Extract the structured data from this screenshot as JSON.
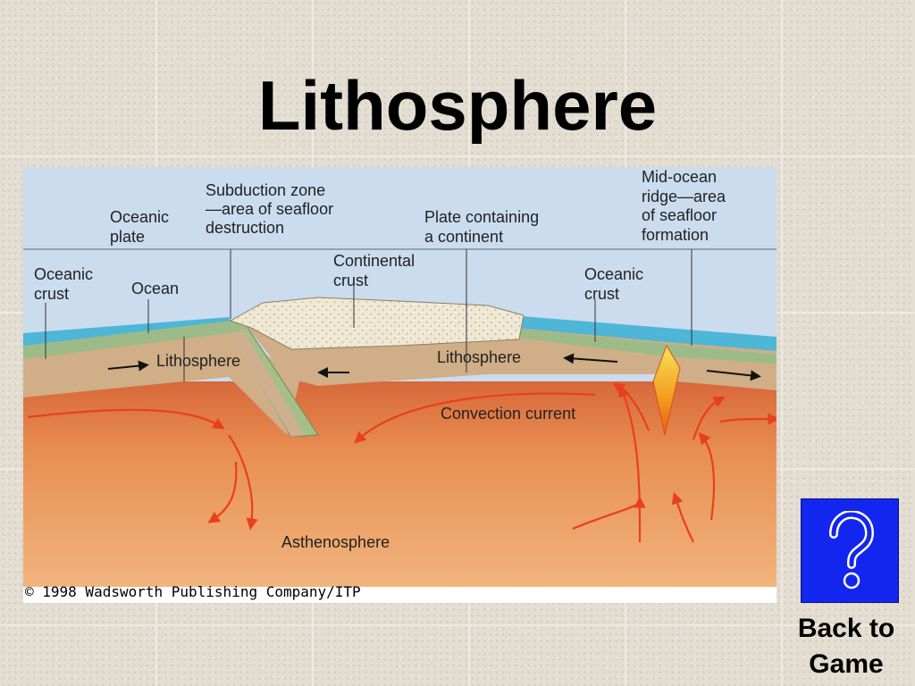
{
  "slide": {
    "title": "Lithosphere",
    "back_button": {
      "label": "Back to\nGame",
      "icon": "question-mark-icon",
      "color": "#1226f0"
    }
  },
  "figure": {
    "labels": {
      "oceanic_plate": "Oceanic\nplate",
      "subduction_zone": "Subduction zone\n—area of seafloor\ndestruction",
      "plate_containing_continent": "Plate containing\na continent",
      "mid_ocean_ridge": "Mid-ocean\nridge—area\nof seafloor\nformation",
      "oceanic_crust_left": "Oceanic\ncrust",
      "ocean": "Ocean",
      "continental_crust": "Continental\ncrust",
      "oceanic_crust_right": "Oceanic\ncrust",
      "lithosphere_left": "Lithosphere",
      "lithosphere_right": "Lithosphere",
      "convection_current": "Convection current",
      "asthenosphere": "Asthenosphere"
    },
    "copyright": "© 1998 Wadsworth Publishing Company/ITP",
    "colors": {
      "sky": "#c9dcf0",
      "ocean": "#55b8d8",
      "oceanic_crust": "#9bb98a",
      "lithosphere": "#cdb08f",
      "continent": "#ede6d3",
      "upper_mantle": "#d8753a",
      "asthenosphere": "#eba063",
      "arrow": "#e8401c",
      "magma": "#f5b81c"
    }
  }
}
